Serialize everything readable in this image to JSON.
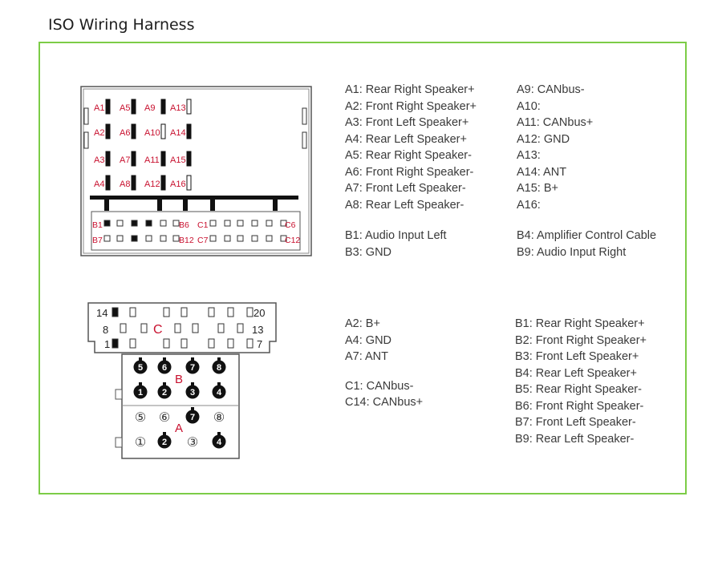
{
  "title": "ISO Wiring Harness",
  "colors": {
    "frame": "#7ccc47",
    "label_red": "#c8102e",
    "pin": "#111111"
  },
  "iso_connector": {
    "a_labels": [
      "A1",
      "A5",
      "A9",
      "A13",
      "A2",
      "A6",
      "A10",
      "A14",
      "A3",
      "A7",
      "A11",
      "A15",
      "A4",
      "A8",
      "A12",
      "A16"
    ],
    "b_labels": {
      "row1_start": "B1",
      "row1_mid": "B6",
      "row2_start": "B7",
      "row2_mid": "B12"
    },
    "c_labels": {
      "row1_start": "C1",
      "row1_end": "C6",
      "row2_start": "C7",
      "row2_end": "C12"
    }
  },
  "quadlock_connector": {
    "c_block": {
      "letter": "C",
      "top_left": "14",
      "top_right": "20",
      "mid_left": "8",
      "mid_right": "13",
      "bot_left": "1",
      "bot_right": "7"
    },
    "b_block": {
      "letter": "B",
      "row1": [
        "5",
        "6",
        "7",
        "8"
      ],
      "row2": [
        "1",
        "2",
        "3",
        "4"
      ]
    },
    "a_block": {
      "letter": "A",
      "row1": [
        "⑤",
        "⑥",
        "7",
        "⑧"
      ],
      "row2": [
        "①",
        "2",
        "③",
        "4"
      ]
    }
  },
  "iso_pinout": {
    "col1": [
      "A1: Rear Right Speaker+",
      "A2: Front Right Speaker+",
      "A3: Front Left Speaker+",
      "A4: Rear Left Speaker+",
      "A5: Rear Right Speaker-",
      "A6: Front Right Speaker-",
      "A7: Front Left Speaker-",
      "A8: Rear Left Speaker-"
    ],
    "col2": [
      "A9: CANbus-",
      "A10:",
      "A11: CANbus+",
      "A12: GND",
      "A13:",
      "A14: ANT",
      "A15: B+",
      "A16:"
    ],
    "b_col1": [
      "B1: Audio Input Left",
      "B3: GND"
    ],
    "b_col2": [
      "B4: Amplifier Control Cable",
      "B9: Audio Input Right"
    ]
  },
  "quadlock_pinout": {
    "col1": [
      "A2: B+",
      "A4: GND",
      "A7: ANT"
    ],
    "col1_c": [
      "C1: CANbus-",
      "C14: CANbus+"
    ],
    "col2": [
      "B1: Rear Right Speaker+",
      "B2: Front Right Speaker+",
      "B3: Front Left Speaker+",
      "B4: Rear Left Speaker+",
      "B5: Rear Right Speaker-",
      "B6: Front Right Speaker-",
      "B7: Front Left Speaker-",
      "B9: Rear Left Speaker-"
    ]
  }
}
